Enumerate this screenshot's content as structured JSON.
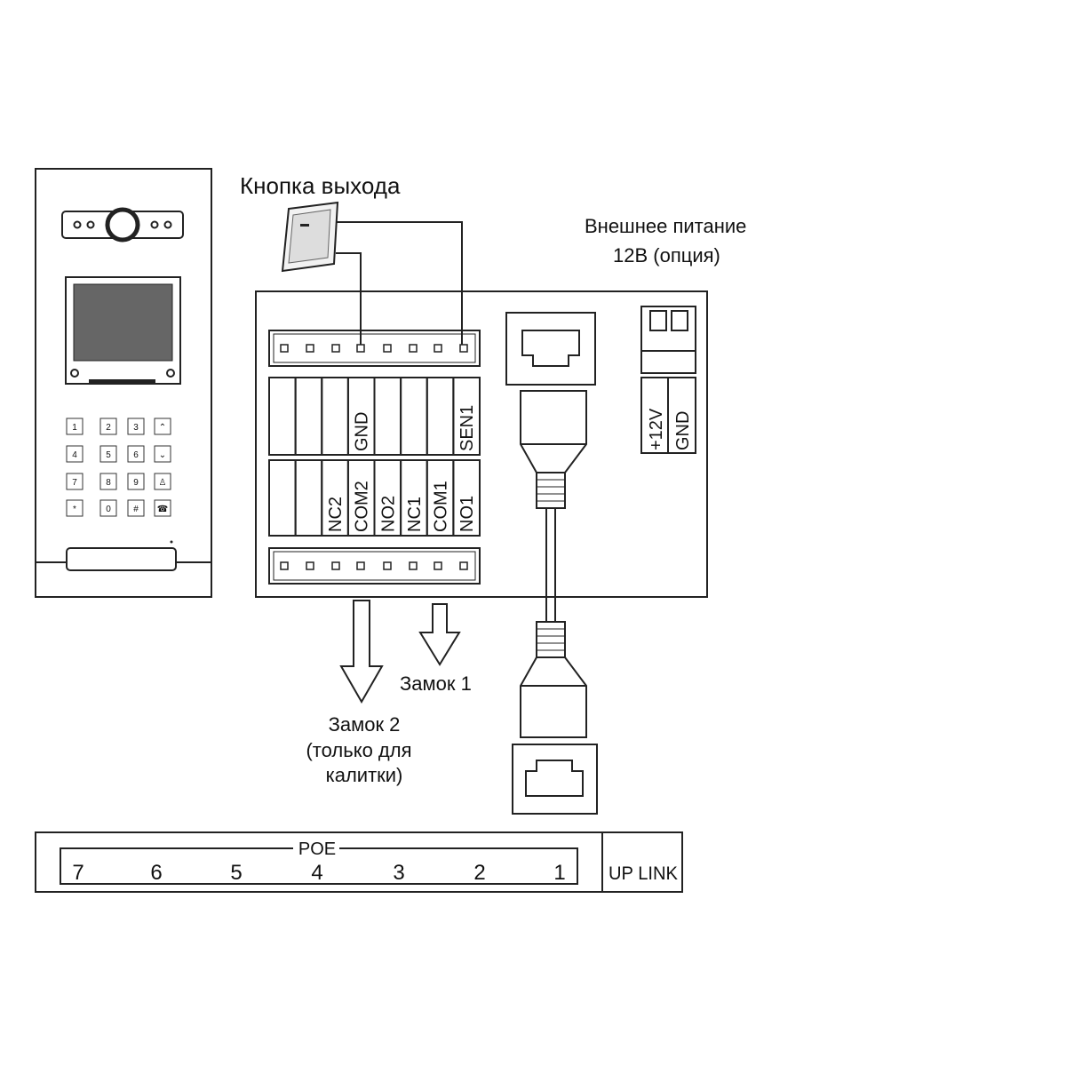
{
  "labels": {
    "exit_button": "Кнопка выхода",
    "ext_power_1": "Внешнее питание",
    "ext_power_2": "12В (опция)",
    "lock1": "Замок 1",
    "lock2_1": "Замок 2",
    "lock2_2": "(только для",
    "lock2_3": "калитки)"
  },
  "terminal_top_labels": [
    "",
    "",
    "",
    "GND",
    "",
    "",
    "",
    "SEN1"
  ],
  "terminal_bottom_labels": [
    "",
    "",
    "NC2",
    "COM2",
    "NO2",
    "NC1",
    "COM1",
    "NO1"
  ],
  "power_labels": [
    "+12V",
    "GND"
  ],
  "keypad": [
    [
      "1",
      "2",
      "3",
      "^"
    ],
    [
      "4",
      "5",
      "6",
      "v"
    ],
    [
      "7",
      "8",
      "9",
      "person"
    ],
    [
      "*",
      "0",
      "#",
      "phone"
    ]
  ],
  "switch": {
    "poe_label": "POE",
    "ports": [
      "7",
      "6",
      "5",
      "4",
      "3",
      "2",
      "1"
    ],
    "uplink_label": "UP LINK"
  }
}
